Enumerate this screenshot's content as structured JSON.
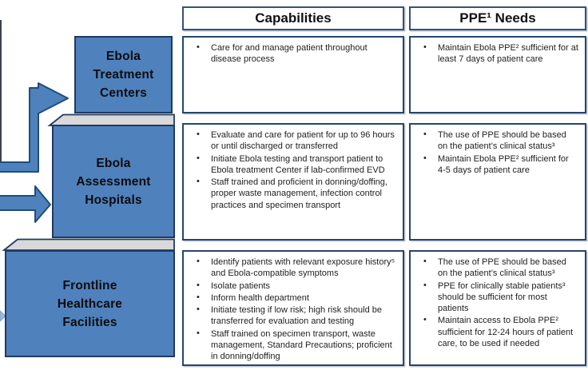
{
  "headers": {
    "capabilities": "Capabilities",
    "ppe_needs": "PPE¹ Needs"
  },
  "colors": {
    "tier_fill": "#4f81bd",
    "tier_border": "#1f3a60",
    "box_border": "#26456f",
    "tread_fill": "#d9d9d9",
    "arrow_fill": "#4f81bd",
    "small_arrow_fill": "#9fb9d9"
  },
  "tiers": [
    {
      "label_lines": [
        "Ebola",
        "Treatment",
        "Centers"
      ],
      "capabilities": [
        "Care for and manage patient throughout disease process"
      ],
      "ppe_needs": [
        "Maintain Ebola PPE² sufficient for at least 7 days of patient care"
      ]
    },
    {
      "label_lines": [
        "Ebola",
        "Assessment",
        "Hospitals"
      ],
      "capabilities": [
        "Evaluate and care for patient for up to 96 hours or until discharged or transferred",
        "Initiate Ebola testing and transport patient to Ebola treatment Center if lab-confirmed EVD",
        "Staff trained and proficient in donning/doffing, proper waste management, infection control practices and specimen transport"
      ],
      "ppe_needs": [
        "The use of PPE should be based on the patient’s clinical status³",
        "Maintain Ebola PPE² sufficient for 4-5 days of patient care"
      ]
    },
    {
      "label_lines": [
        "Frontline",
        "Healthcare",
        "Facilities"
      ],
      "capabilities": [
        "Identify patients with relevant exposure history⁵ and Ebola-compatible symptoms",
        "Isolate patients",
        "Inform health department",
        "Initiate testing if low risk; high risk should be transferred for evaluation and testing",
        "Staff trained on specimen transport, waste management, Standard Precautions; proficient in donning/doffing"
      ],
      "ppe_needs": [
        "The use of PPE should be based on the patient’s clinical status³",
        "PPE for clinically stable patients³ should be sufficient for most patients",
        "Maintain access to Ebola PPE² sufficient for 12-24 hours of patient care, to be used if needed"
      ]
    }
  ]
}
